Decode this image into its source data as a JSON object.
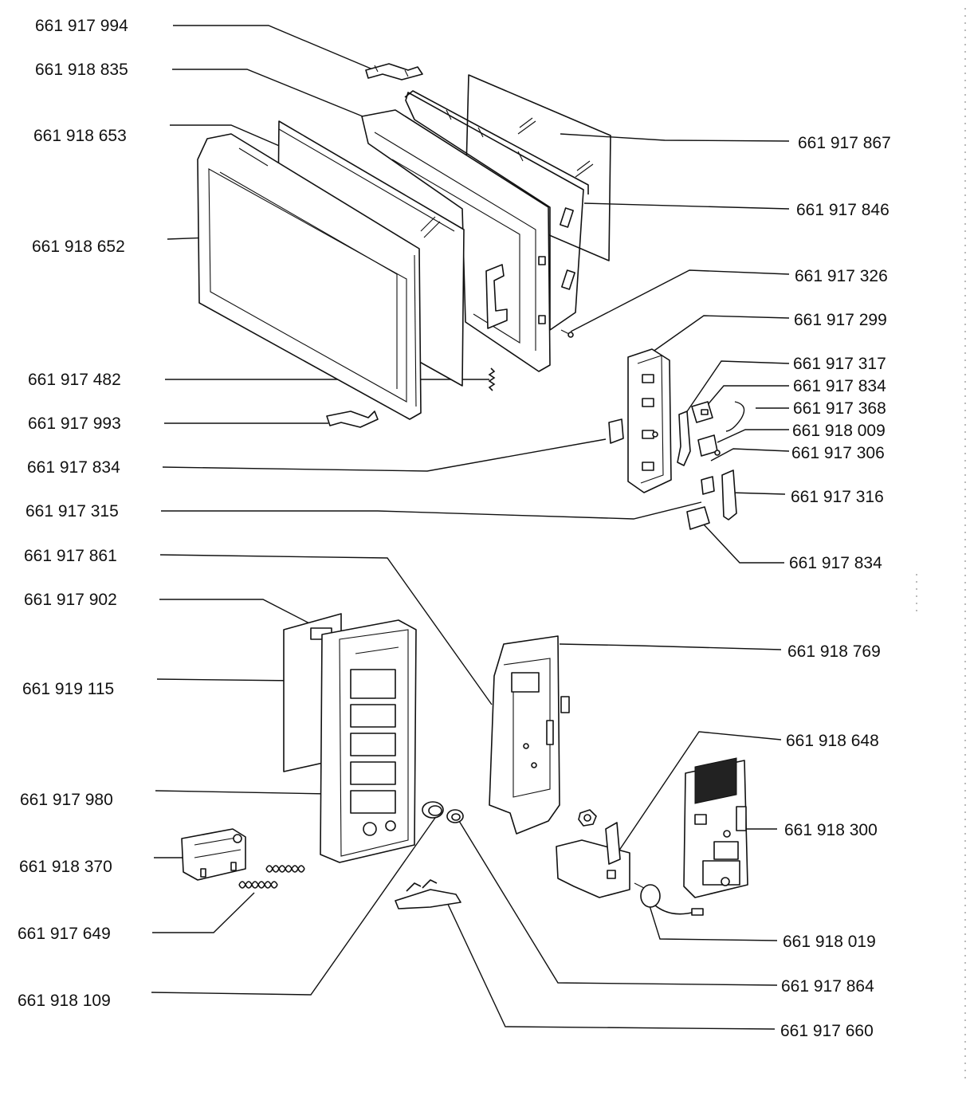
{
  "labels": [
    "661 917 994",
    "661 918 835",
    "661 918 653",
    "661 918 652",
    "661 917 482",
    "661 917 993",
    "661 917 834",
    "661 917 315",
    "661 917 861",
    "661 917 902",
    "661 919 115",
    "661 917 980",
    "661 918 370",
    "661 917 649",
    "661 918 109",
    "661 917 867",
    "661 917 846",
    "661 917 326",
    "661 917 299",
    "661 917 317",
    "661 917 834",
    "661 917 368",
    "661 918 009",
    "661 917 306",
    "661 917 316",
    "661 917 834",
    "661 918 769",
    "661 918 648",
    "661 918 300",
    "661 918 019",
    "661 917 864",
    "661 917 660"
  ]
}
